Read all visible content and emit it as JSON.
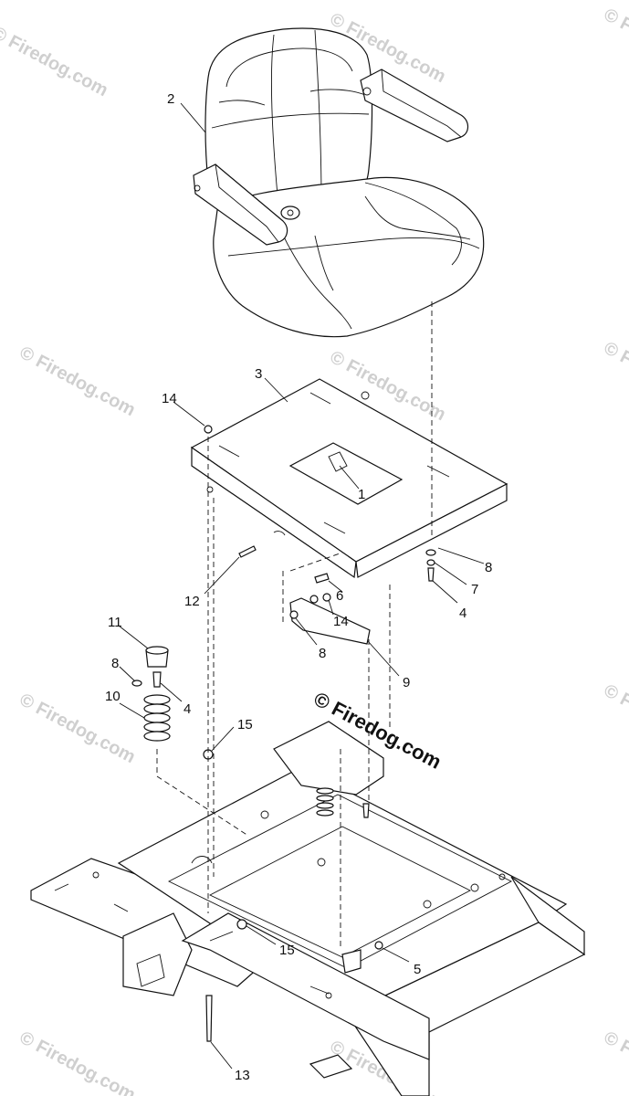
{
  "watermark": {
    "text": "© Firedog.com",
    "main_text": "© Firedog.com"
  },
  "callouts": [
    {
      "id": "c-1",
      "text": "1"
    },
    {
      "id": "c-2",
      "text": "2"
    },
    {
      "id": "c-3",
      "text": "3"
    },
    {
      "id": "c-4a",
      "text": "4"
    },
    {
      "id": "c-4b",
      "text": "4"
    },
    {
      "id": "c-5",
      "text": "5"
    },
    {
      "id": "c-6",
      "text": "6"
    },
    {
      "id": "c-7",
      "text": "7"
    },
    {
      "id": "c-8a",
      "text": "8"
    },
    {
      "id": "c-8b",
      "text": "8"
    },
    {
      "id": "c-8c",
      "text": "8"
    },
    {
      "id": "c-9",
      "text": "9"
    },
    {
      "id": "c-10",
      "text": "10"
    },
    {
      "id": "c-11",
      "text": "11"
    },
    {
      "id": "c-12",
      "text": "12"
    },
    {
      "id": "c-13",
      "text": "13"
    },
    {
      "id": "c-14a",
      "text": "14"
    },
    {
      "id": "c-14b",
      "text": "14"
    },
    {
      "id": "c-15a",
      "text": "15"
    },
    {
      "id": "c-15b",
      "text": "15"
    }
  ]
}
